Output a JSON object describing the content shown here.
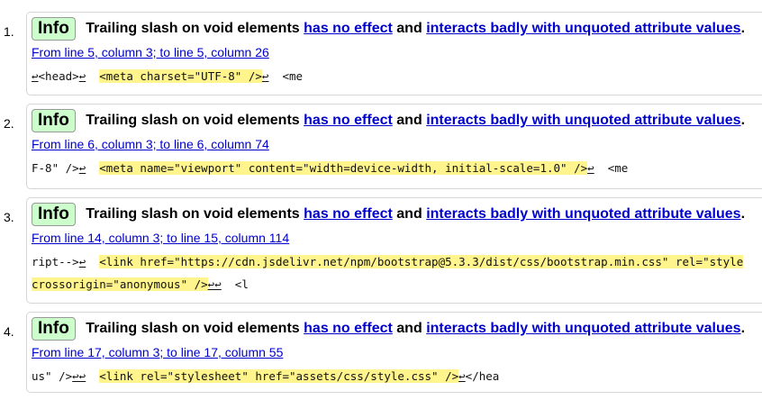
{
  "messages": [
    {
      "number": "1.",
      "type": "Info",
      "text_pre": "Trailing slash on void elements",
      "link1": "has no effect",
      "text_mid": "and",
      "link2": "interacts badly with unquoted attribute values",
      "text_end": ".",
      "location": "From line 5, column 3; to line 5, column 26",
      "extract": [
        {
          "before": "<head>",
          "highlight": "<meta charset=\"UTF-8\" />",
          "after": "<me"
        }
      ]
    },
    {
      "number": "2.",
      "type": "Info",
      "text_pre": "Trailing slash on void elements",
      "link1": "has no effect",
      "text_mid": "and",
      "link2": "interacts badly with unquoted attribute values",
      "text_end": ".",
      "location": "From line 6, column 3; to line 6, column 74",
      "extract": [
        {
          "before": "F-8\" />",
          "highlight": "<meta name=\"viewport\" content=\"width=device-width, initial-scale=1.0\" />",
          "after": "<me"
        }
      ]
    },
    {
      "number": "3.",
      "type": "Info",
      "text_pre": "Trailing slash on void elements",
      "link1": "has no effect",
      "text_mid": "and",
      "link2": "interacts badly with unquoted attribute values",
      "text_end": ".",
      "location": "From line 14, column 3; to line 15, column 114",
      "extract": [
        {
          "before": "ript-->",
          "highlight": "<link href=\"https://cdn.jsdelivr.net/npm/bootstrap@5.3.3/dist/css/bootstrap.min.css\" rel=\"style",
          "after": ""
        },
        {
          "before": "",
          "highlight": "crossorigin=\"anonymous\" />",
          "after": "<l"
        }
      ]
    },
    {
      "number": "4.",
      "type": "Info",
      "text_pre": "Trailing slash on void elements",
      "link1": "has no effect",
      "text_mid": "and",
      "link2": "interacts badly with unquoted attribute values",
      "text_end": ".",
      "location": "From line 17, column 3; to line 17, column 55",
      "extract": [
        {
          "before": "us\" />",
          "highlight": "<link rel=\"stylesheet\" href=\"assets/css/style.css\" />",
          "after": "</hea"
        }
      ]
    }
  ]
}
